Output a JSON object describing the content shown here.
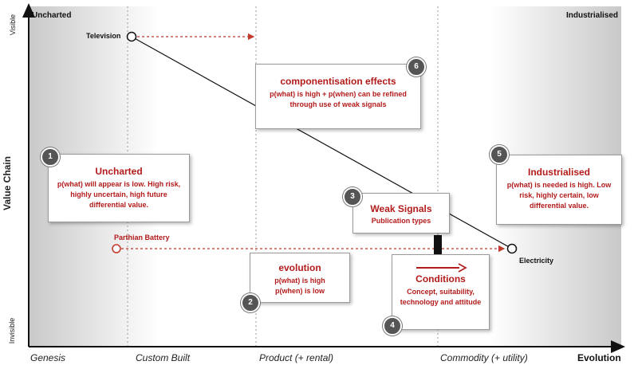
{
  "map": {
    "corner_left": "Uncharted",
    "corner_right": "Industrialised",
    "y_axis": {
      "label": "Value Chain",
      "top": "Visible",
      "bottom": "Invisible"
    },
    "x_axis": {
      "label": "Evolution",
      "stages": [
        "Genesis",
        "Custom Built",
        "Product (+ rental)",
        "Commodity (+ utility)"
      ]
    }
  },
  "nodes": {
    "television": "Television",
    "electricity": "Electricity",
    "parthian_battery": "Parthian Battery"
  },
  "boxes": {
    "uncharted": {
      "number": "1",
      "title": "Uncharted",
      "body": "p(what) will appear is low. High risk, highly uncertain, high future differential value."
    },
    "evolution": {
      "number": "2",
      "title": "evolution",
      "body": "p(what) is high p(when) is low"
    },
    "weak_signals": {
      "number": "3",
      "title": "Weak Signals",
      "body": "Publication types"
    },
    "conditions": {
      "number": "4",
      "title": "Conditions",
      "body": "Concept, suitability, technology and attitude"
    },
    "industrialised": {
      "number": "5",
      "title": "Industrialised",
      "body": "p(what) is needed is high. Low risk, highly certain, low differential value."
    },
    "componentisation": {
      "number": "6",
      "title": "componentisation effects",
      "body": "p(what) is high + p(when) can be refined through use of weak signals"
    }
  },
  "colors": {
    "accent_red": "#b31b1b",
    "badge": "#555555"
  }
}
